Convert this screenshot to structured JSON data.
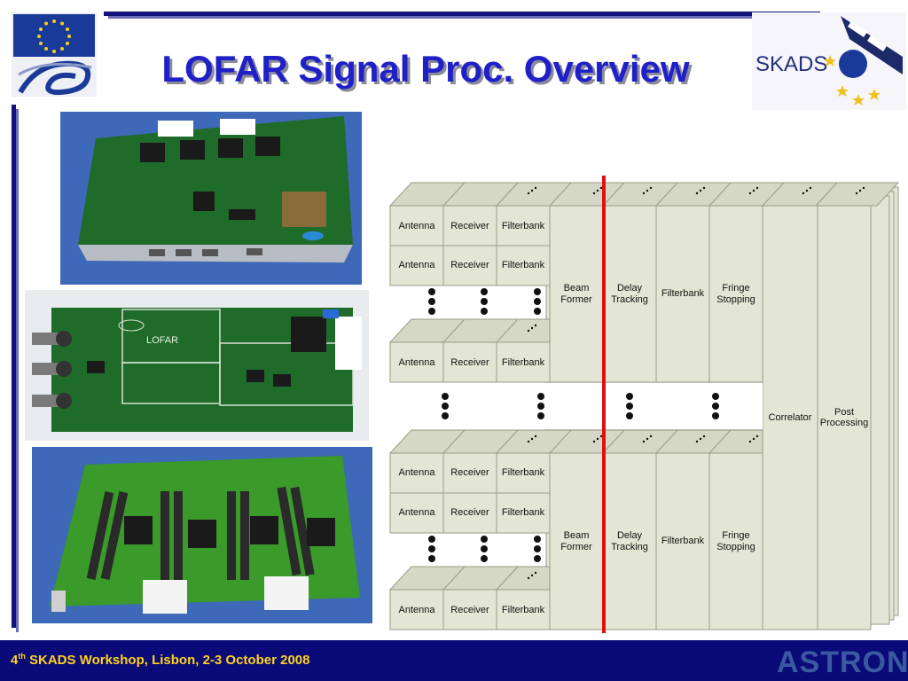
{
  "title": "LOFAR Signal Proc. Overview",
  "footer": {
    "superscript": "th",
    "number": "4",
    "text": " SKADS Workshop, Lisbon, 2-3 October 2008",
    "logo_text": "ASTRON"
  },
  "logos": {
    "left": "eu-fp6-logo",
    "right_text": "SKADS"
  },
  "diagram": {
    "group_rows": [
      [
        "Antenna",
        "Receiver",
        "Filterbank"
      ],
      [
        "Antenna",
        "Receiver",
        "Filterbank"
      ],
      [
        "Antenna",
        "Receiver",
        "Filterbank"
      ]
    ],
    "beam_former": "Beam Former",
    "delay_tracking": "Delay Tracking",
    "filterbank2": "Filterbank",
    "fringe_stopping": "Fringe Stopping",
    "correlator": "Correlator",
    "post_processing": "Post Processing",
    "labels": {
      "antenna": "Antenna",
      "receiver": "Receiver",
      "filterbank": "Filterbank",
      "beam": "Beam",
      "former": "Former",
      "delay": "Delay",
      "tracking": "Tracking",
      "fringe": "Fringe",
      "stopping": "Stopping",
      "post": "Post",
      "processing": "Processing"
    }
  },
  "photos": [
    {
      "name": "board-photo-1",
      "label": ""
    },
    {
      "name": "board-photo-2",
      "label": "LOFAR"
    },
    {
      "name": "board-photo-3",
      "label": ""
    }
  ],
  "colors": {
    "title": "#2020c8",
    "footer_bg": "#0a0a78",
    "footer_text": "#ffd21e",
    "box_fill": "#e3e6d5",
    "red_line": "#e01010",
    "board_green": "#1f6b2a",
    "photo_bg_blue": "#3e68b8"
  }
}
